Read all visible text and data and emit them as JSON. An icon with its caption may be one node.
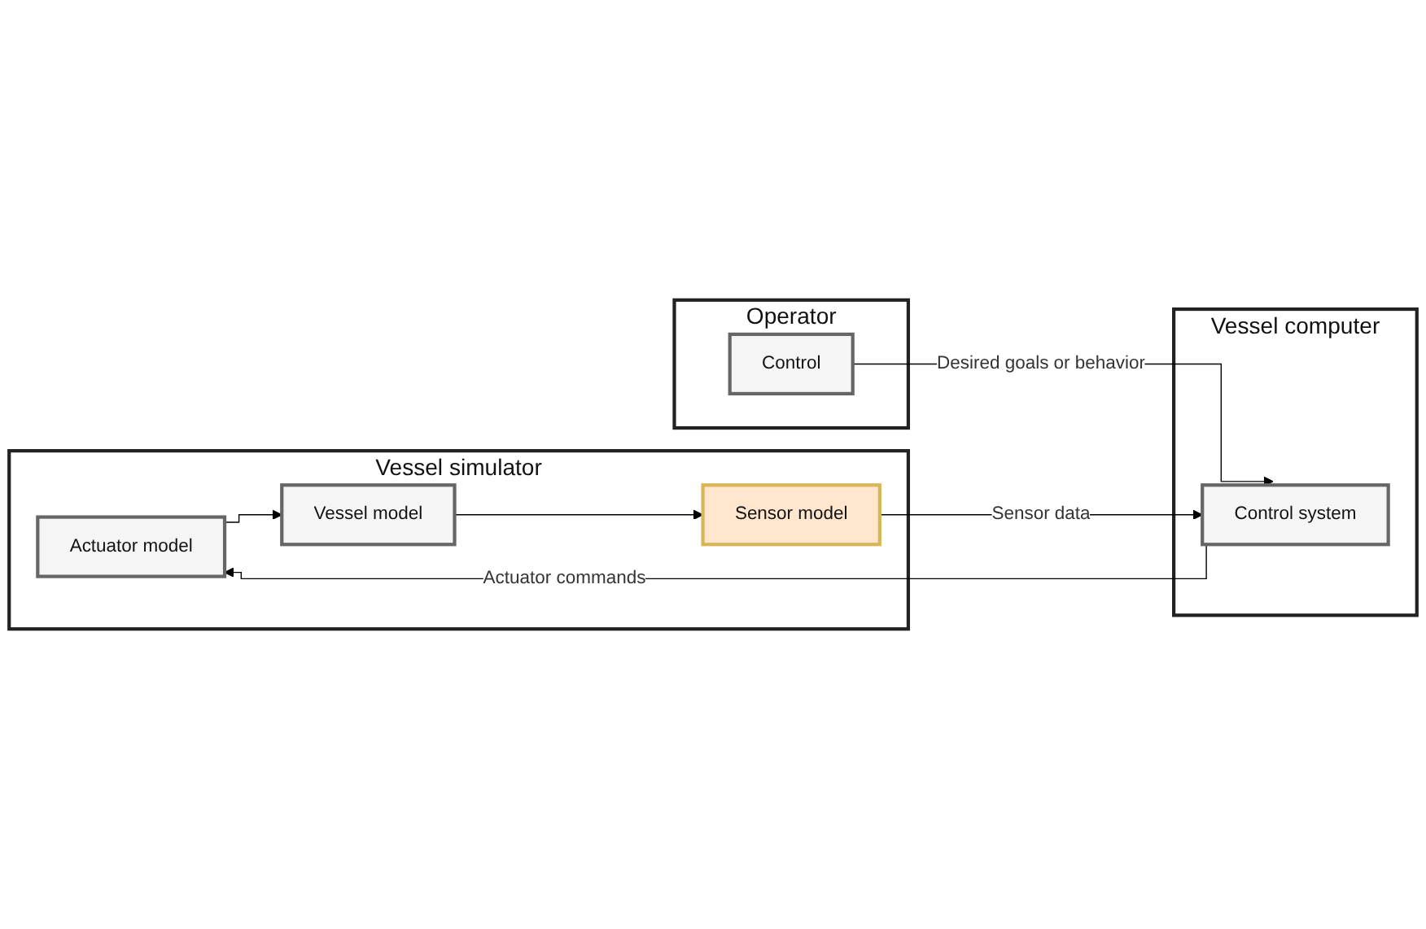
{
  "diagram": {
    "nodes": [
      {
        "text": [
          "Vessel simulator"
        ]
      },
      {
        "text": [
          "Actuator model"
        ],
        "in": 0
      },
      {
        "text": [
          "Vessel model"
        ],
        "in": 0
      },
      {
        "text": [
          "Sensor model"
        ],
        "in": 0
      },
      {
        "text": [
          "Vessel computer"
        ]
      },
      {
        "text": [
          "Control system"
        ],
        "in": 4
      },
      {
        "text": [
          "Operator"
        ]
      },
      {
        "text": [
          "Control"
        ],
        "in": 6
      }
    ],
    "edges": [
      {
        "from": 5,
        "to": 1,
        "arrow": "to",
        "label": "Actuator commands"
      },
      {
        "from": 1,
        "to": 2,
        "arrow": "to"
      },
      {
        "from": 2,
        "to": 3,
        "arrow": "to"
      },
      {
        "from": 3,
        "to": 5,
        "arrow": "to",
        "label": "Sensor data"
      },
      {
        "from": 7,
        "to": 5,
        "arrow": "to",
        "label": "Desired goals or behavior"
      }
    ]
  }
}
